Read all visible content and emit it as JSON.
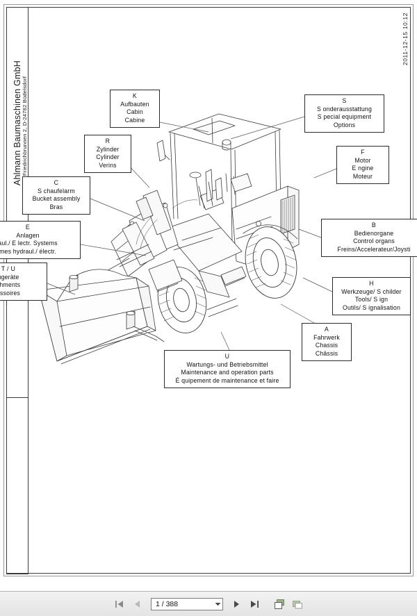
{
  "document": {
    "date_stamp": "2011-12-15 10:12",
    "title_block": {
      "company": "Ahlmann Baumaschinen GmbH",
      "address": "Am Friedrichbrunnen 2, D-24782 Büdelsdorf"
    }
  },
  "callouts": [
    {
      "id": "K",
      "code": "K",
      "de": "Aufbauten",
      "en": "Cabin",
      "fr": "Cabine"
    },
    {
      "id": "S",
      "code": "S",
      "de": "S onderausstattung",
      "en": "S pecial equipment",
      "fr": "Options"
    },
    {
      "id": "R",
      "code": "R",
      "de": "Zylinder",
      "en": "Cylinder",
      "fr": "Verins"
    },
    {
      "id": "F",
      "code": "F",
      "de": "Motor",
      "en": "E ngine",
      "fr": "Moteur"
    },
    {
      "id": "C",
      "code": "C",
      "de": "S chaufelarm",
      "en": "Bucket assembly",
      "fr": "Bras"
    },
    {
      "id": "E",
      "code": "E",
      "de": "Anlagen",
      "en": "aul./ E lectr. Systems",
      "fr": "mes hydraul./ électr."
    },
    {
      "id": "T_U",
      "code": "T / U",
      "de": "ugeräte",
      "en": "chments",
      "fr": "essoires"
    },
    {
      "id": "B",
      "code": "B",
      "de": "Bedienorgane",
      "en": "Control organs",
      "fr": "Freins/Accelerateur/Joysti"
    },
    {
      "id": "H",
      "code": "H",
      "de": "Werkzeuge/ S childer",
      "en": "Tools/ S ign",
      "fr": "Outils/ S ignalisation"
    },
    {
      "id": "A",
      "code": "A",
      "de": "Fahrwerk",
      "en": "Chassis",
      "fr": "Châssis"
    },
    {
      "id": "U",
      "code": "U",
      "de": "Wartungs- und Betriebsmittel",
      "en": "Maintenance and operation parts",
      "fr": "É quipement de maintenance et faire"
    }
  ],
  "toolbar": {
    "first_page_label": "first-page",
    "prev_page_label": "previous-page",
    "page_value": "1 / 388",
    "next_page_label": "next-page",
    "last_page_label": "last-page",
    "view_single_label": "single-page-view",
    "view_facing_label": "facing-page-view"
  },
  "colors": {
    "line": "#2b2b2b",
    "toolbar_bg": "#e9e9e9",
    "icon": "#555555",
    "icon_disabled": "#b0b0b0",
    "icon_accent": "#8aa07c"
  }
}
